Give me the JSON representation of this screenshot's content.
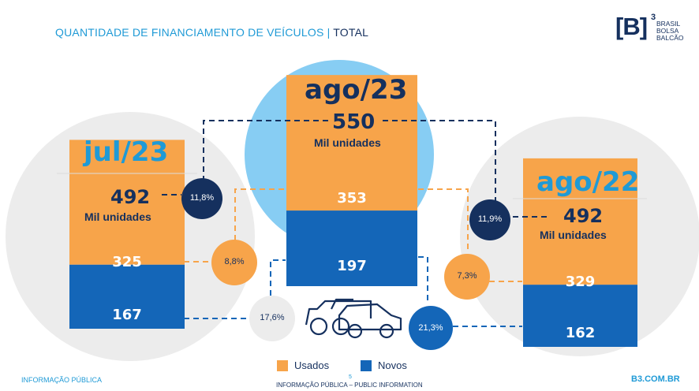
{
  "header": {
    "title_main": "QUANTIDADE DE FINANCIAMENTO DE VEÍCULOS",
    "title_sep": "|",
    "title_total": "TOTAL"
  },
  "logo": {
    "bracket": "[B]",
    "superscript": "3",
    "line1": "BRASIL",
    "line2": "BOLSA",
    "line3": "BALCÃO"
  },
  "colors": {
    "usados": "#f7a44a",
    "novos": "#1466b8",
    "navy": "#15305e",
    "accent": "#1f9ad6",
    "bubble_center": "#87cdf3",
    "bubble_side": "#ececec"
  },
  "chart_data": {
    "type": "bar",
    "stacked": true,
    "title": "QUANTIDADE DE FINANCIAMENTO DE VEÍCULOS | TOTAL",
    "unit": "Mil unidades",
    "categories": [
      "jul/23",
      "ago/23",
      "ago/22"
    ],
    "totals": [
      "492",
      "550",
      "492"
    ],
    "series": [
      {
        "name": "Usados",
        "values": [
          325,
          353,
          329
        ],
        "color": "#f7a44a"
      },
      {
        "name": "Novos",
        "values": [
          167,
          197,
          162
        ],
        "color": "#1466b8"
      }
    ],
    "comparisons": {
      "total_vs_jul23": "11,8%",
      "total_vs_ago22": "11,9%",
      "usados_vs_jul23": "8,8%",
      "usados_vs_ago22": "7,3%",
      "novos_vs_jul23": "17,6%",
      "novos_vs_ago22": "21,3%"
    }
  },
  "legend": {
    "usados": "Usados",
    "novos": "Novos"
  },
  "footer": {
    "left": "INFORMAÇÃO PÚBLICA",
    "page": "5",
    "center": "INFORMAÇÃO PÚBLICA – PUBLIC INFORMATION",
    "right": "B3.COM.BR"
  }
}
